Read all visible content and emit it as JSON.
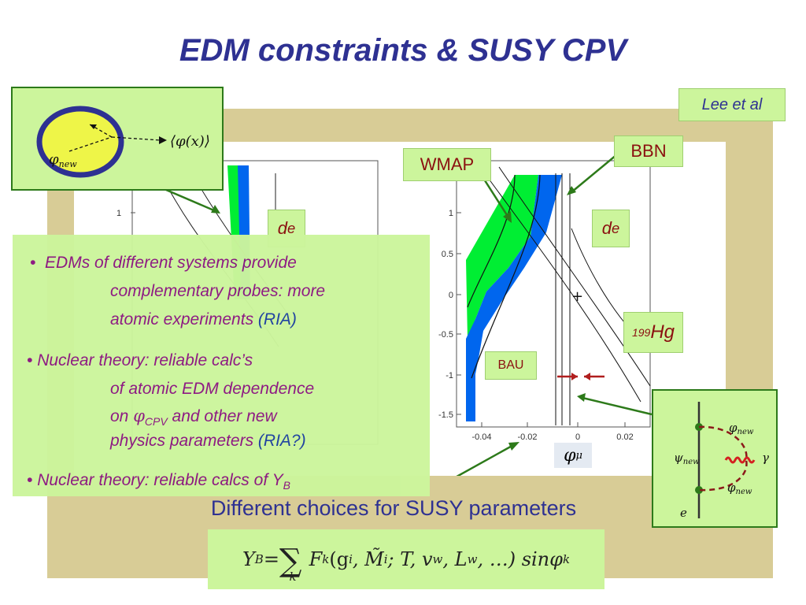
{
  "title": "EDM constraints & SUSY CPV",
  "credit": "Lee et al",
  "labels": {
    "bbn": "BBN",
    "wmap": "WMAP",
    "de_left": "d",
    "de_left_sub": "e",
    "de_right": "d",
    "de_right_sub": "e",
    "hg_iso": "199",
    "hg": "Hg",
    "bau": "BAU",
    "phi_axis": "φ",
    "phi_axis_sub": "μ"
  },
  "inset": {
    "phi_new": "φ",
    "phi_new_sub": "new",
    "vev": "⟨φ(x)⟩"
  },
  "feynman": {
    "phi_top": "φ",
    "phi_top_sub": "new",
    "psi": "ψ",
    "psi_sub": "new",
    "gamma": "γ",
    "phi_bottom": "φ",
    "phi_bottom_sub": "new",
    "electron": "e"
  },
  "plot_right": {
    "y_ticks": [
      "1",
      "0.5",
      "0",
      "-0.5",
      "-1",
      "-1.5"
    ],
    "x_ticks": [
      "-0.04",
      "-0.02",
      "0",
      "0.02"
    ]
  },
  "plot_left": {
    "y_ticks": [
      "1"
    ]
  },
  "bullets": {
    "b1_l1": "EDMs of different systems provide",
    "b1_l2": "complementary probes: more",
    "b1_l3a": "atomic experiments ",
    "b1_l3b": "(RIA)",
    "b2_l1": "Nuclear theory: reliable calc’s",
    "b2_l2": "of atomic EDM  dependence",
    "b2_l3a": "on ",
    "b2_l3b": "φ",
    "b2_l3c": "CPV",
    "b2_l3d": " and other new",
    "b2_l4a": "physics parameters ",
    "b2_l4b": "(RIA?)",
    "b3_l1a": "Nuclear theory: reliable calcs of Y",
    "b3_l1b": "B"
  },
  "caption": "Different choices for SUSY parameters",
  "formula": {
    "lhs": "Y",
    "lhs_sub": "B",
    "eq": " = ",
    "sum": "∑",
    "sum_sub": "k",
    "body": "F",
    "body_sub": "k",
    "args": "(g",
    "args_sub": "i",
    "args2": ", M̃",
    "args2_sub": "i",
    "args3": "; T, v",
    "args3_sub": "w",
    "args4": ", L",
    "args4_sub": "w",
    "args5": ", …)  sinφ",
    "args5_sub": "k"
  },
  "colors": {
    "title": "#2e3192",
    "green_band": "#00ee33",
    "blue_band": "#0066ee",
    "box_green": "#ccf59c",
    "frame_tan": "#d8cc96",
    "arrow_green": "#2d7a1a"
  }
}
